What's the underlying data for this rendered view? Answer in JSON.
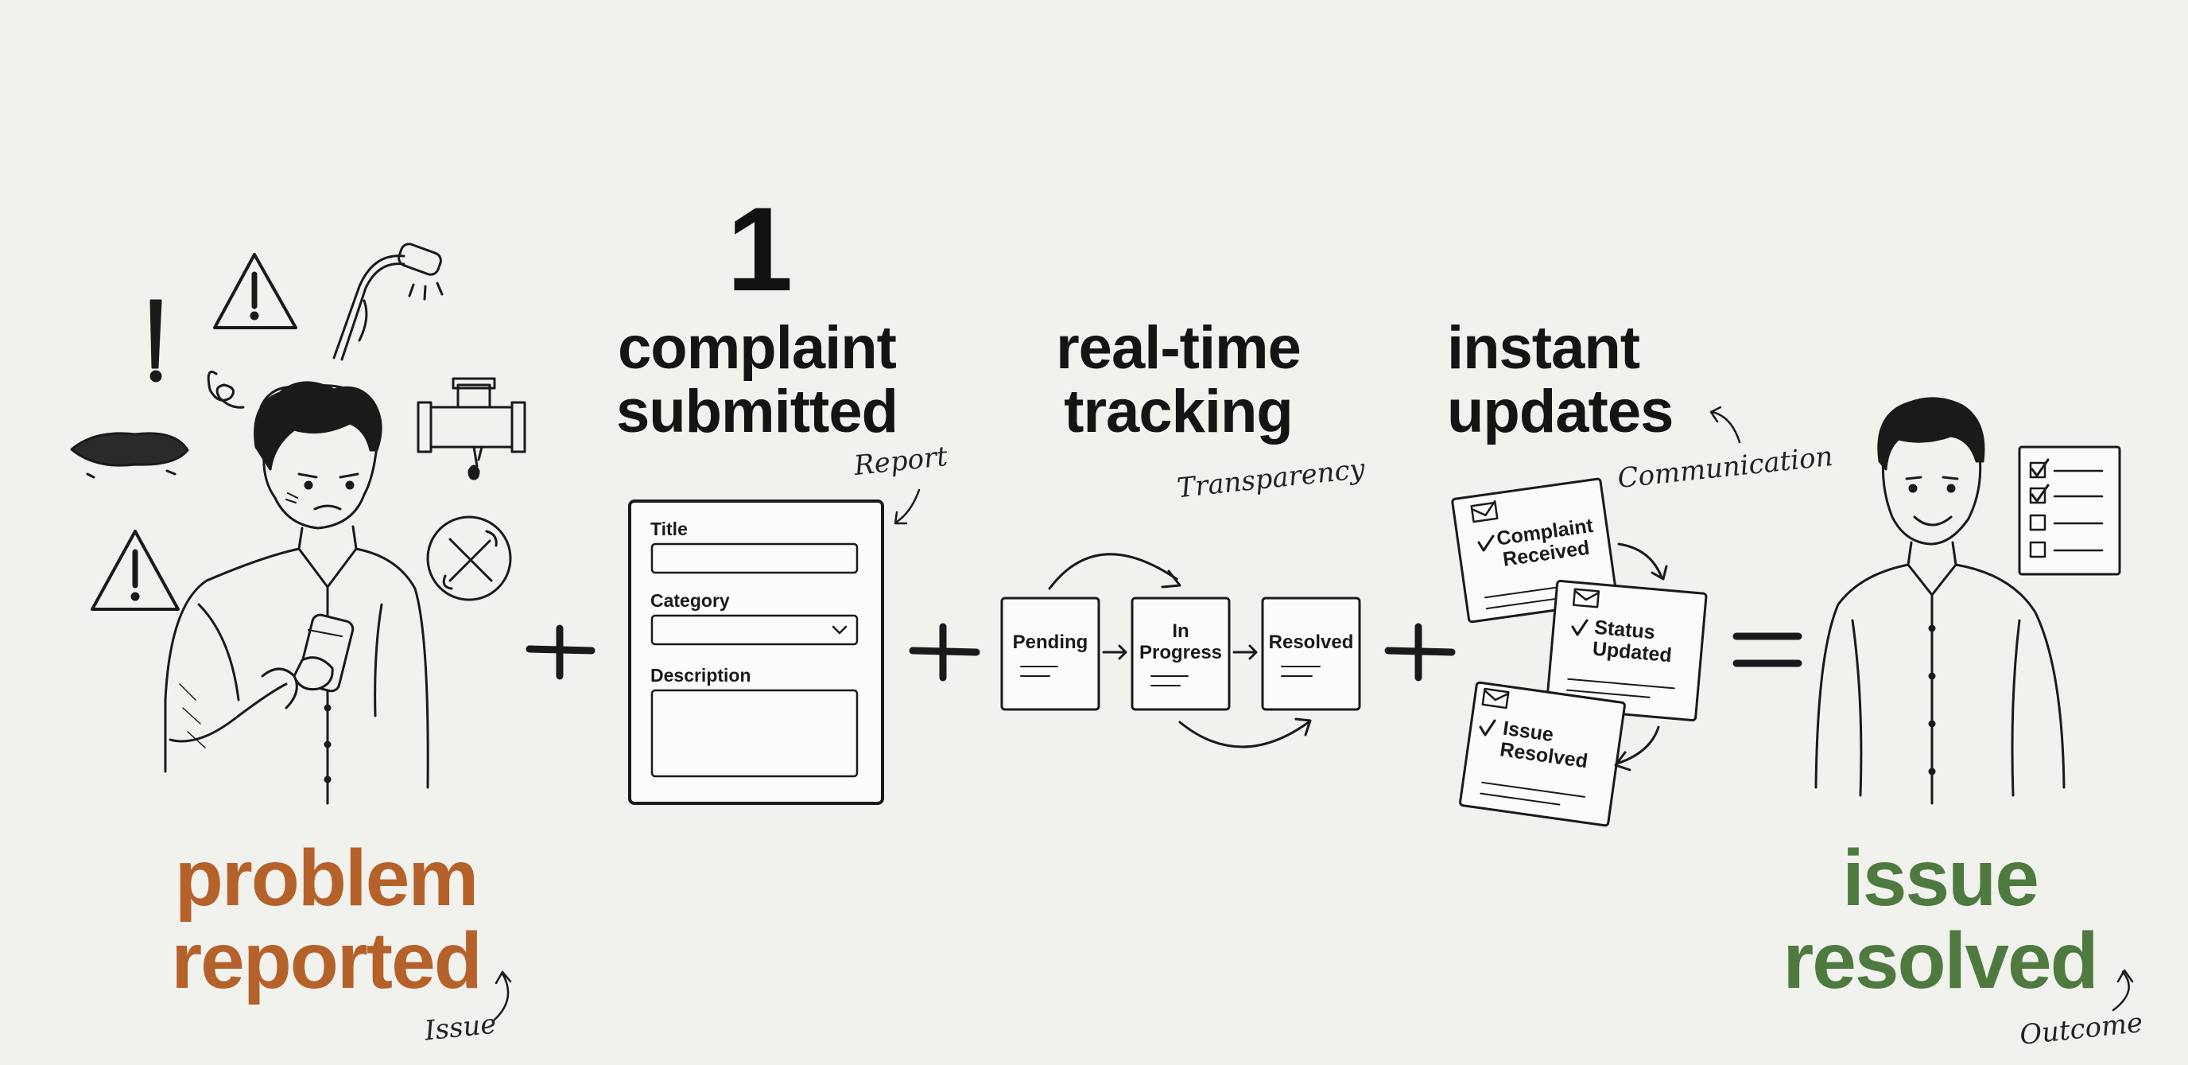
{
  "steps": {
    "problem": {
      "title_line1": "problem",
      "title_line2": "reported",
      "note": "Issue",
      "color": "#b5622a"
    },
    "complaint": {
      "number": "1",
      "title_line1": "complaint",
      "title_line2": "submitted",
      "note": "Report",
      "form": {
        "title_label": "Title",
        "category_label": "Category",
        "description_label": "Description"
      }
    },
    "tracking": {
      "title_line1": "real-time",
      "title_line2": "tracking",
      "note": "Transparency",
      "states": {
        "pending": "Pending",
        "in_progress_line1": "In",
        "in_progress_line2": "Progress",
        "resolved": "Resolved"
      }
    },
    "updates": {
      "title_line1": "instant",
      "title_line2": "updates",
      "note": "Communication",
      "cards": {
        "complaint_received_line1": "Complaint",
        "complaint_received_line2": "Received",
        "status_updated_line1": "Status",
        "status_updated_line2": "Updated",
        "issue_resolved_line1": "Issue",
        "issue_resolved_line2": "Resolved"
      }
    },
    "resolved": {
      "title_line1": "issue",
      "title_line2": "resolved",
      "note": "Outcome",
      "color": "#4e7a3f"
    }
  },
  "operators": {
    "plus": "+",
    "equals": "="
  },
  "icons": [
    "exclamation-icon",
    "warning-triangle-icon",
    "shower-icon",
    "scribble-icon",
    "pothole-icon",
    "leaking-pipe-icon",
    "tools-icon",
    "envelope-icon",
    "checklist-icon",
    "smartphone-icon",
    "person-icon"
  ]
}
